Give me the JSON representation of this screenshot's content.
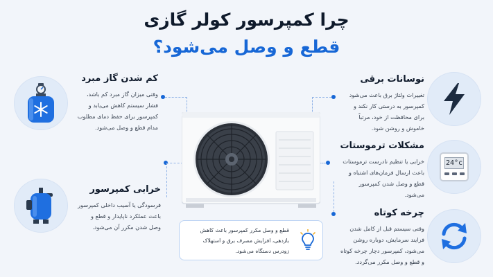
{
  "title": {
    "line1": "چرا کمپرسور کولر گازی",
    "line2": "قطع و وصل می‌شود؟"
  },
  "cards": {
    "gas": {
      "title": "کم شدن گاز مبرد",
      "lines": [
        "وقتی میزان گاز مبرد کم باشد،",
        "فشار سیستم کاهش می‌یابد و",
        "کمپرسور برای حفظ دمای مطلوب",
        "مدام قطع و وصل می‌شود."
      ]
    },
    "voltage": {
      "title": "نوسانات برقی",
      "lines": [
        "تغییرات ولتاژ برق باعث می‌شود",
        "کمپرسور به درستی کار نکند و",
        "برای محافظت از خود، مرتباً",
        "خاموش و روشن شود."
      ]
    },
    "thermostat": {
      "title": "مشکلات ترموستات",
      "lines": [
        "خرابی یا تنظیم نادرست ترموستات",
        "باعث ارسال فرمان‌های اشتباه و",
        "قطع و وصل شدن کمپرسور",
        "می‌شود."
      ]
    },
    "compressor": {
      "title": "خرابی کمپرسور",
      "lines": [
        "فرسودگی یا آسیب داخلی کمپرسور",
        "باعث عملکرد ناپایدار و قطع و",
        "وصل شدن مکرر آن می‌شود."
      ]
    },
    "short_cycle": {
      "title": "چرخه کوتاه",
      "lines": [
        "وقتی سیستم قبل از کامل شدن",
        "فرایند سرمایش، دوباره روشن",
        "می‌شود، کمپرسور دچار چرخه کوتاه",
        "و قطع و وصل مکرر می‌گردد."
      ]
    }
  },
  "thermostat_display": "24°c",
  "tip": {
    "lines": [
      "قطع و وصل مکرر کمپرسور باعث کاهش",
      "بازدهی، افزایش مصرف برق و استهلاک",
      "زودرس دستگاه می‌شود."
    ]
  },
  "icons": {
    "gas": "gas-cylinder-snowflake-icon",
    "voltage": "lightning-bolt-icon",
    "thermostat": "thermostat-icon",
    "compressor": "compressor-icon",
    "short_cycle": "refresh-cycle-icon",
    "tip": "lightbulb-icon"
  },
  "colors": {
    "accent": "#1767d6",
    "title_dark": "#0f1a2b",
    "background": "#f2f5fa",
    "icon_bg": "#e1ebf8"
  }
}
